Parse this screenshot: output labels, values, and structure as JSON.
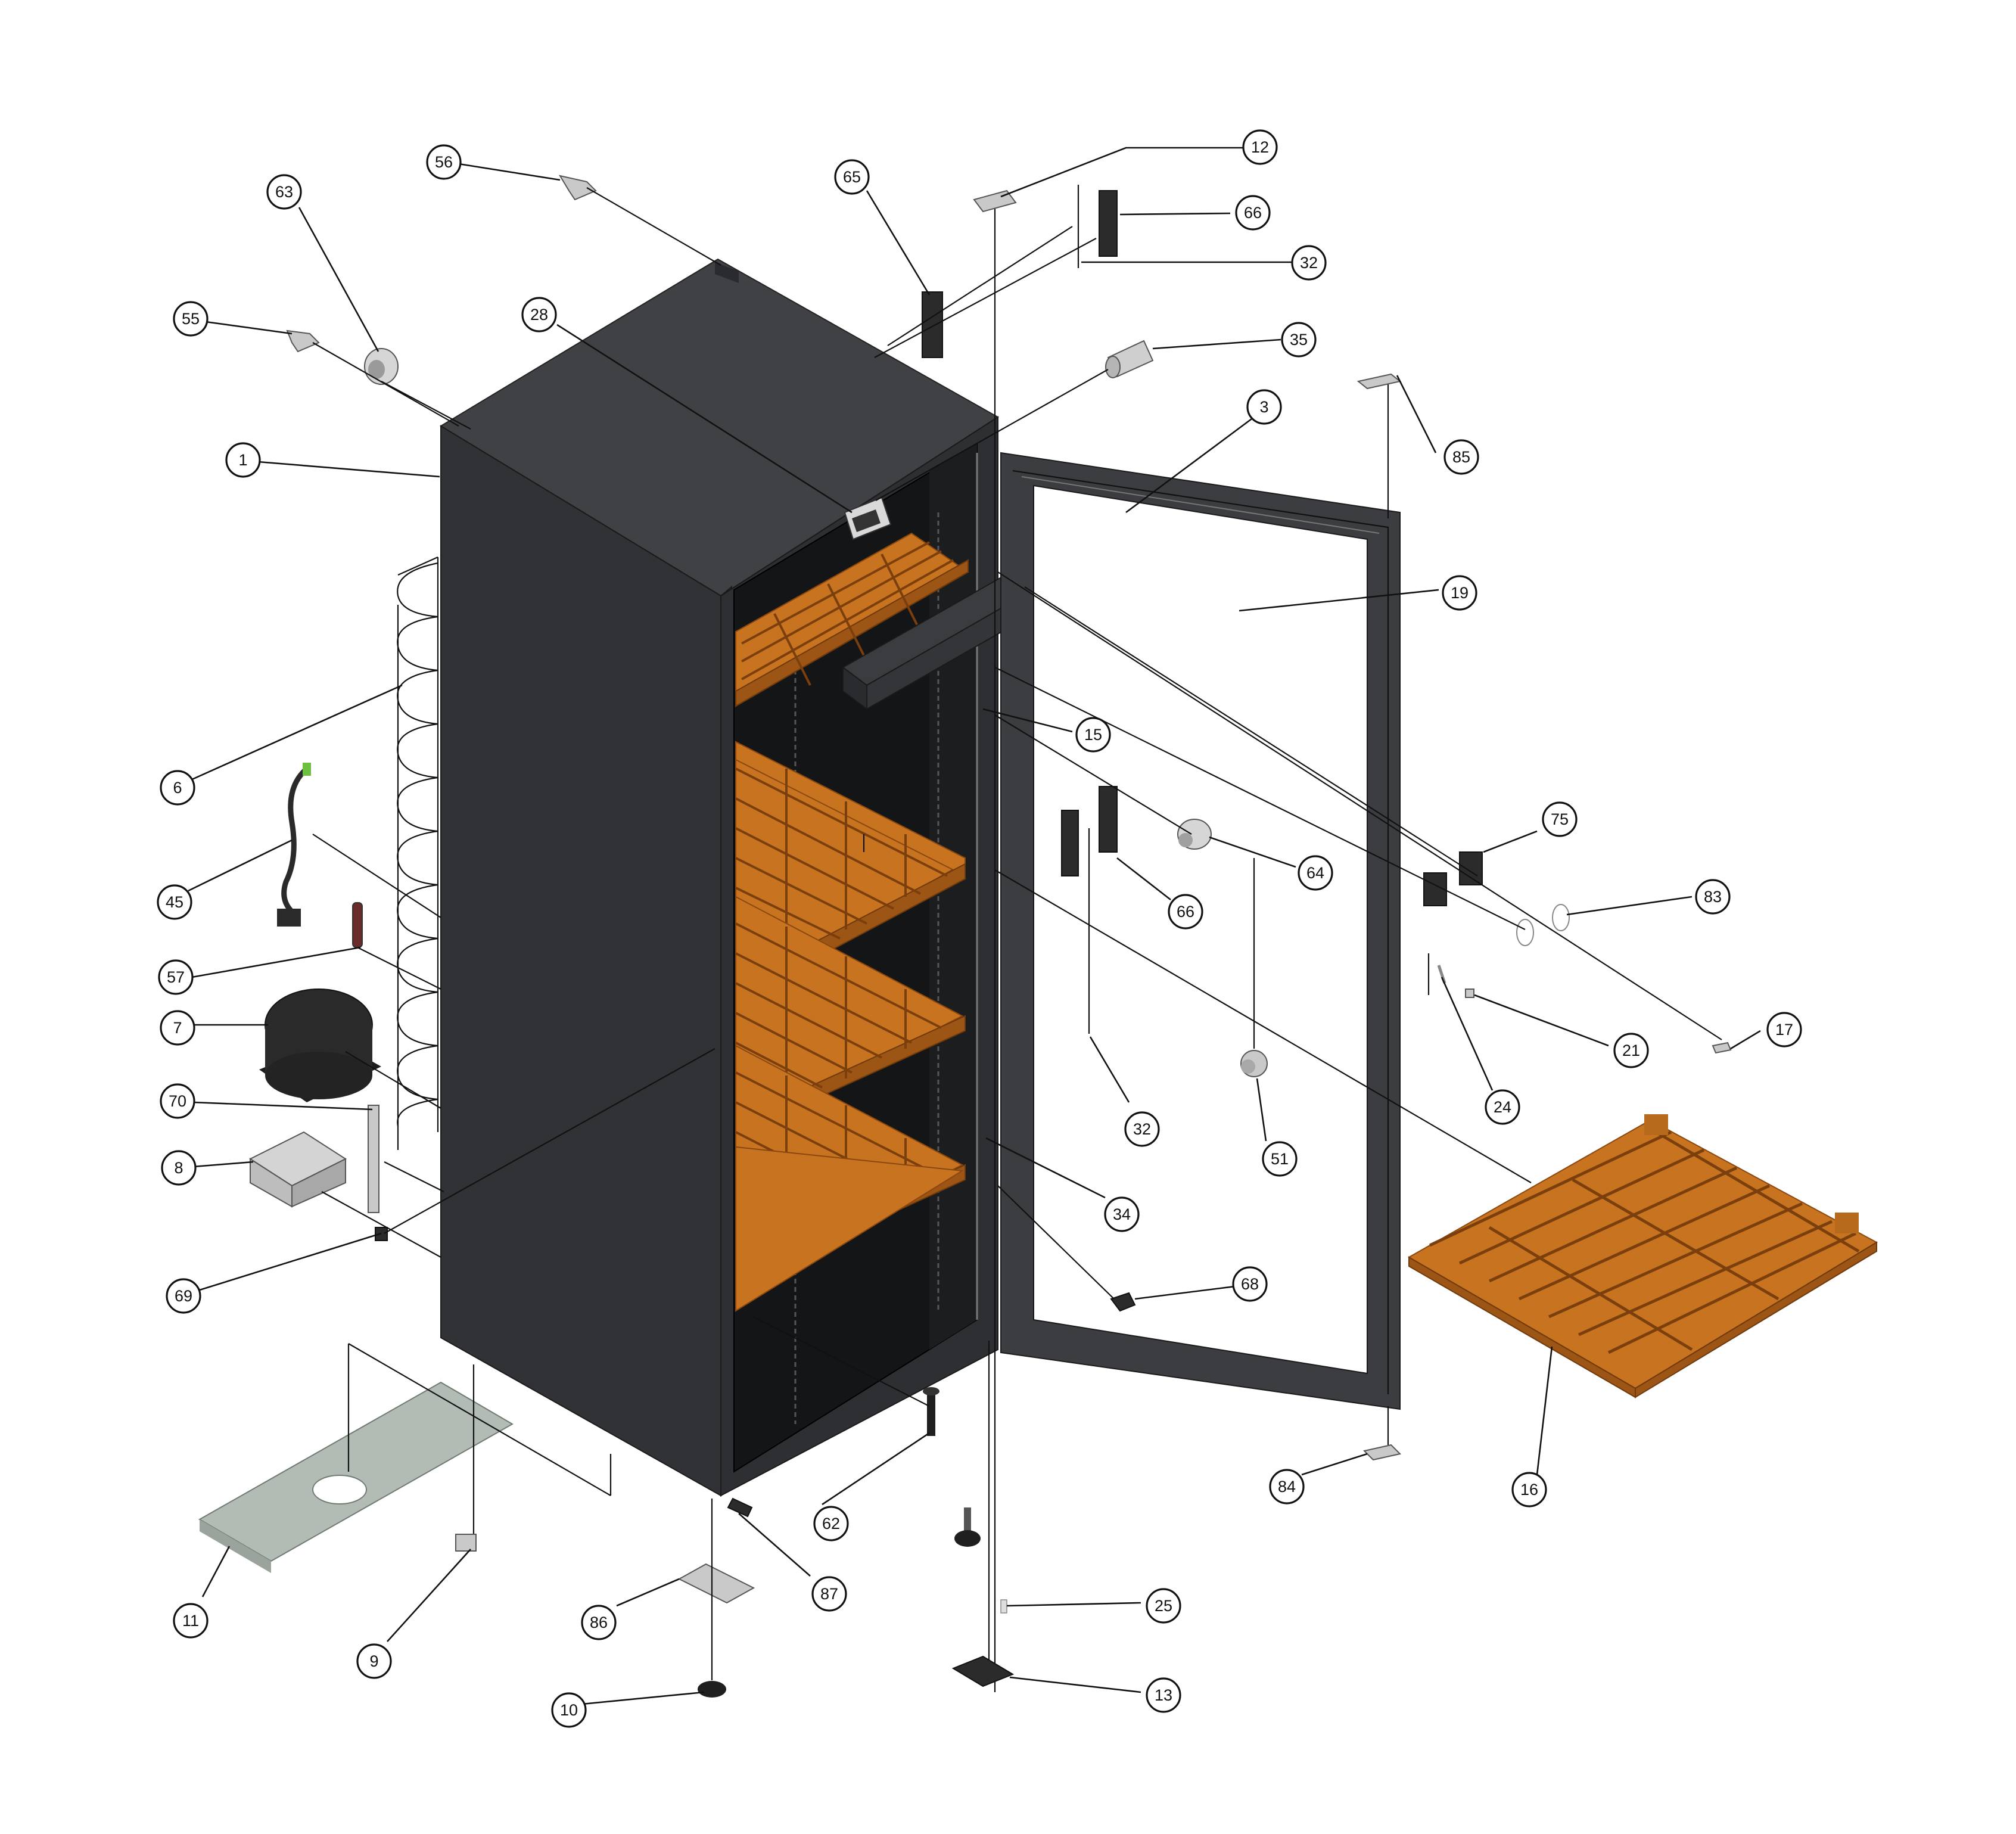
{
  "callouts": [
    {
      "id": "c1",
      "label": "1"
    },
    {
      "id": "c3",
      "label": "3"
    },
    {
      "id": "c6",
      "label": "6"
    },
    {
      "id": "c7",
      "label": "7"
    },
    {
      "id": "c8",
      "label": "8"
    },
    {
      "id": "c9",
      "label": "9"
    },
    {
      "id": "c10",
      "label": "10"
    },
    {
      "id": "c11",
      "label": "11"
    },
    {
      "id": "c12",
      "label": "12"
    },
    {
      "id": "c13",
      "label": "13"
    },
    {
      "id": "c15",
      "label": "15"
    },
    {
      "id": "c16",
      "label": "16"
    },
    {
      "id": "c17",
      "label": "17"
    },
    {
      "id": "c19",
      "label": "19"
    },
    {
      "id": "c21",
      "label": "21"
    },
    {
      "id": "c24",
      "label": "24"
    },
    {
      "id": "c25",
      "label": "25"
    },
    {
      "id": "c28",
      "label": "28"
    },
    {
      "id": "c32a",
      "label": "32"
    },
    {
      "id": "c32b",
      "label": "32"
    },
    {
      "id": "c34",
      "label": "34"
    },
    {
      "id": "c35",
      "label": "35"
    },
    {
      "id": "c45",
      "label": "45"
    },
    {
      "id": "c51",
      "label": "51"
    },
    {
      "id": "c55",
      "label": "55"
    },
    {
      "id": "c56",
      "label": "56"
    },
    {
      "id": "c57",
      "label": "57"
    },
    {
      "id": "c62",
      "label": "62"
    },
    {
      "id": "c63",
      "label": "63"
    },
    {
      "id": "c64",
      "label": "64"
    },
    {
      "id": "c65",
      "label": "65"
    },
    {
      "id": "c66a",
      "label": "66"
    },
    {
      "id": "c66b",
      "label": "66"
    },
    {
      "id": "c68",
      "label": "68"
    },
    {
      "id": "c69",
      "label": "69"
    },
    {
      "id": "c70",
      "label": "70"
    },
    {
      "id": "c75",
      "label": "75"
    },
    {
      "id": "c83",
      "label": "83"
    },
    {
      "id": "c84",
      "label": "84"
    },
    {
      "id": "c85",
      "label": "85"
    },
    {
      "id": "c86",
      "label": "86"
    },
    {
      "id": "c87",
      "label": "87"
    }
  ],
  "colors": {
    "cabinet": "#2f3135",
    "cabinet_side": "#3a3c40",
    "cabinet_top": "#3f4145",
    "shelf_wood": "#c8731f",
    "door_frame": "#3b3d40",
    "base_plate": "#b2bcb4"
  }
}
